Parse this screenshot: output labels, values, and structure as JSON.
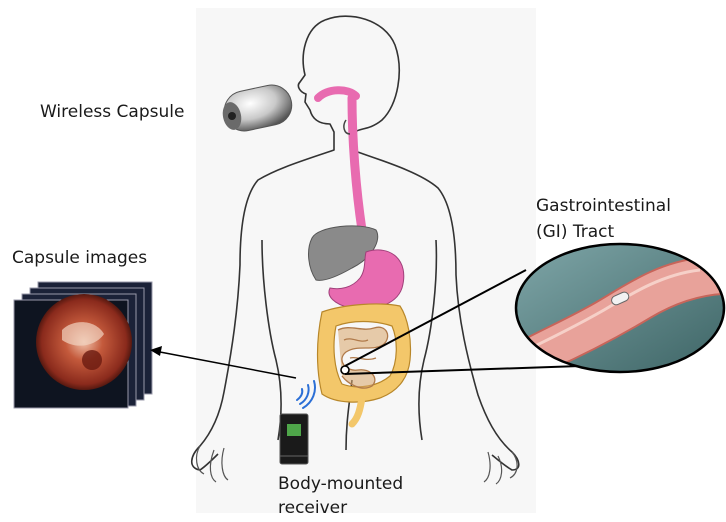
{
  "labels": {
    "wireless_capsule": "Wireless Capsule",
    "capsule_images": "Capsule images",
    "gi_tract_line1": "Gastrointestinal",
    "gi_tract_line2": "(GI) Tract",
    "receiver_line1": "Body-mounted",
    "receiver_line2": "receiver"
  },
  "colors": {
    "esophagus_stomach": "#e86bb0",
    "liver": "#8a8a8a",
    "small_intestine": "#d9a66a",
    "large_intestine": "#f3c76a",
    "wireless_signal": "#2b6fd6",
    "zoom_background": "#5f8a8c",
    "intestine_tube": "#e8a29a",
    "endoscopic_image": "#a83a2a"
  },
  "icons": {
    "capsule": "capsule-pill-icon",
    "signal": "wireless-signal-icon",
    "receiver": "receiver-device-icon"
  }
}
